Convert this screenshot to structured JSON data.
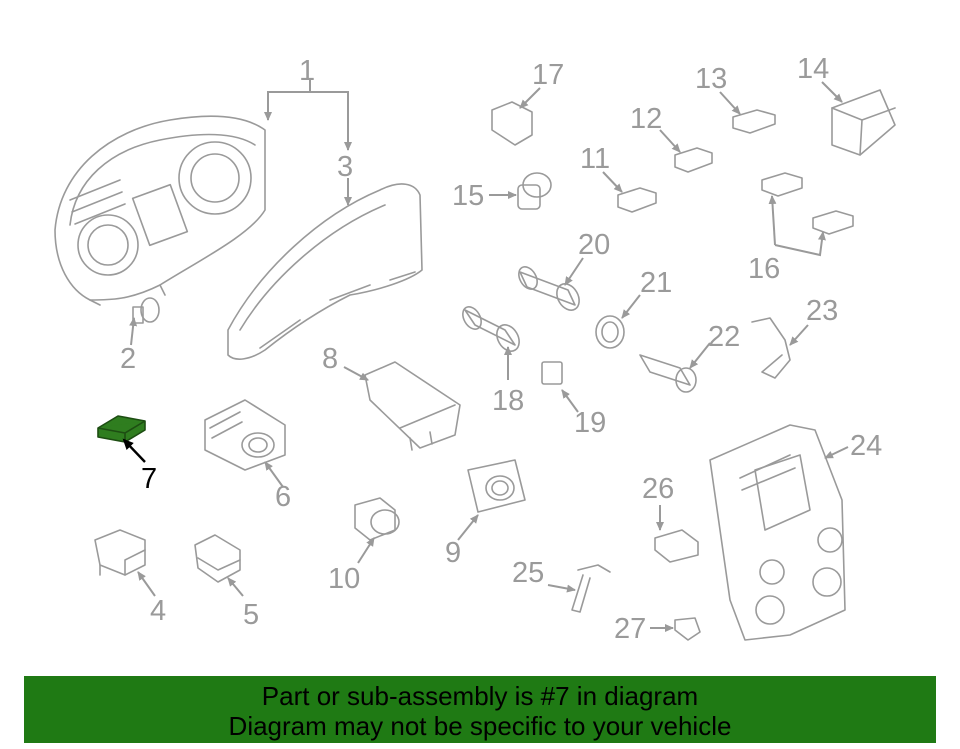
{
  "highlight": {
    "part_number": "7",
    "color": "#1f7a14"
  },
  "callouts": [
    "1",
    "2",
    "3",
    "4",
    "5",
    "6",
    "7",
    "8",
    "9",
    "10",
    "11",
    "12",
    "13",
    "14",
    "15",
    "16",
    "17",
    "18",
    "19",
    "20",
    "21",
    "22",
    "23",
    "24",
    "25",
    "26",
    "27"
  ],
  "banner": {
    "line1": "Part or sub-assembly is #7 in diagram",
    "line2": "Diagram may not be specific to your vehicle"
  }
}
